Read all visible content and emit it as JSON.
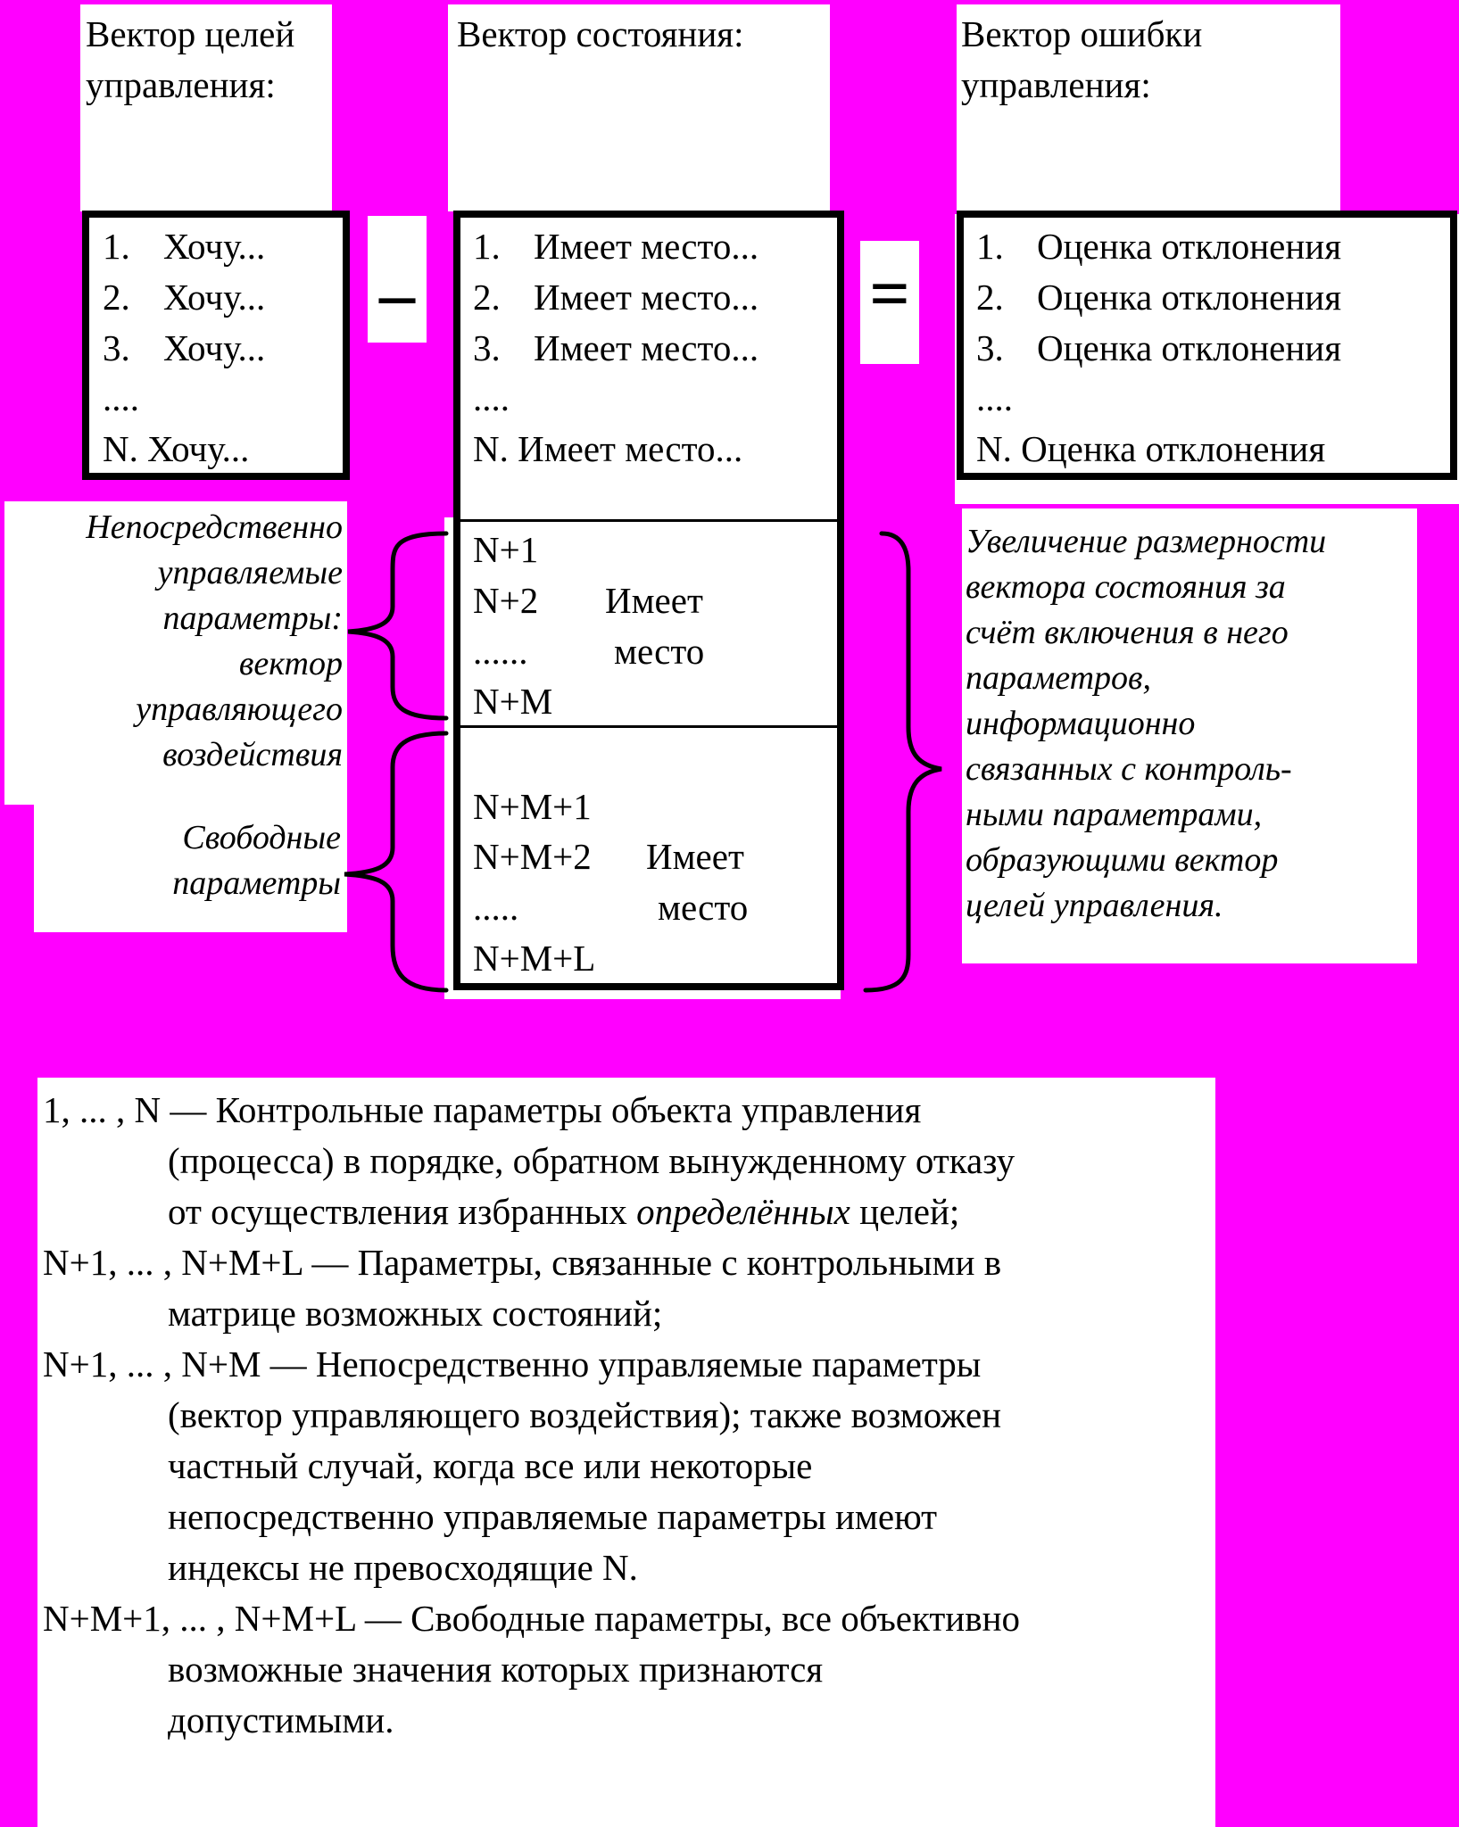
{
  "header": {
    "goals": "Вектор целей управления:",
    "state": "Вектор состояния:",
    "error": "Вектор ошибки управления:"
  },
  "operators": {
    "minus": "–",
    "equals": "="
  },
  "goals_box": {
    "items": [
      {
        "num": "1.",
        "text": "Хочу..."
      },
      {
        "num": "2.",
        "text": "Хочу..."
      },
      {
        "num": "3.",
        "text": "Хочу..."
      }
    ],
    "ellipsis": "....",
    "last": "N. Хочу..."
  },
  "state_box": {
    "items": [
      {
        "num": "1.",
        "text": "Имеет место..."
      },
      {
        "num": "2.",
        "text": "Имеет место..."
      },
      {
        "num": "3.",
        "text": "Имеет место..."
      }
    ],
    "ellipsis": "....",
    "last": "N. Имеет место...",
    "section2": {
      "l1": "N+1",
      "l2": "N+2",
      "word1": "Имеет",
      "l3": "......",
      "word2": "место",
      "l4": "N+M"
    },
    "section3": {
      "l1": "N+M+1",
      "l2": "N+M+2",
      "word1": "Имеет",
      "l3": ".....",
      "word2": "место",
      "l4": "N+M+L"
    }
  },
  "error_box": {
    "items": [
      {
        "num": "1.",
        "text": "Оценка отклонения"
      },
      {
        "num": "2.",
        "text": "Оценка отклонения"
      },
      {
        "num": "3.",
        "text": "Оценка отклонения"
      }
    ],
    "ellipsis": "....",
    "last": "N. Оценка отклонения"
  },
  "left_labels": {
    "controlled": [
      "Непосредственно",
      "управляемые",
      "параметры:",
      "вектор",
      "управляющего",
      "воздействия"
    ],
    "free": [
      "Свободные",
      "параметры"
    ]
  },
  "right_label": [
    "Увеличение размерности",
    "вектора состояния за",
    "счёт включения в него",
    "параметров,",
    "информационно",
    "связанных с контроль-",
    "ными параметрами,",
    "образующими вектор",
    "целей управления."
  ],
  "legend": [
    {
      "first": "1, ... , N — Контрольные параметры объекта управления",
      "cont": [
        "(процесса) в порядке, обратном вынужденному отказу"
      ],
      "cont_mixed": {
        "pre": "от осуществления избранных ",
        "ital": "определённых",
        "post": " целей;"
      }
    },
    {
      "first": "N+1, ... , N+M+L — Параметры, связанные с контрольными в",
      "cont": [
        "матрице возможных состояний;"
      ]
    },
    {
      "first": "N+1, ... , N+M — Непосредственно управляемые параметры",
      "cont": [
        "(вектор управляющего воздействия); также возможен",
        "частный случай, когда все или некоторые",
        "непосредственно  управляемые параметры имеют",
        "индексы не превосходящие N."
      ]
    },
    {
      "first": "N+M+1, ... , N+M+L — Свободные параметры, все объективно",
      "cont": [
        "возможные значения которых признаются",
        "допустимыми."
      ]
    }
  ]
}
